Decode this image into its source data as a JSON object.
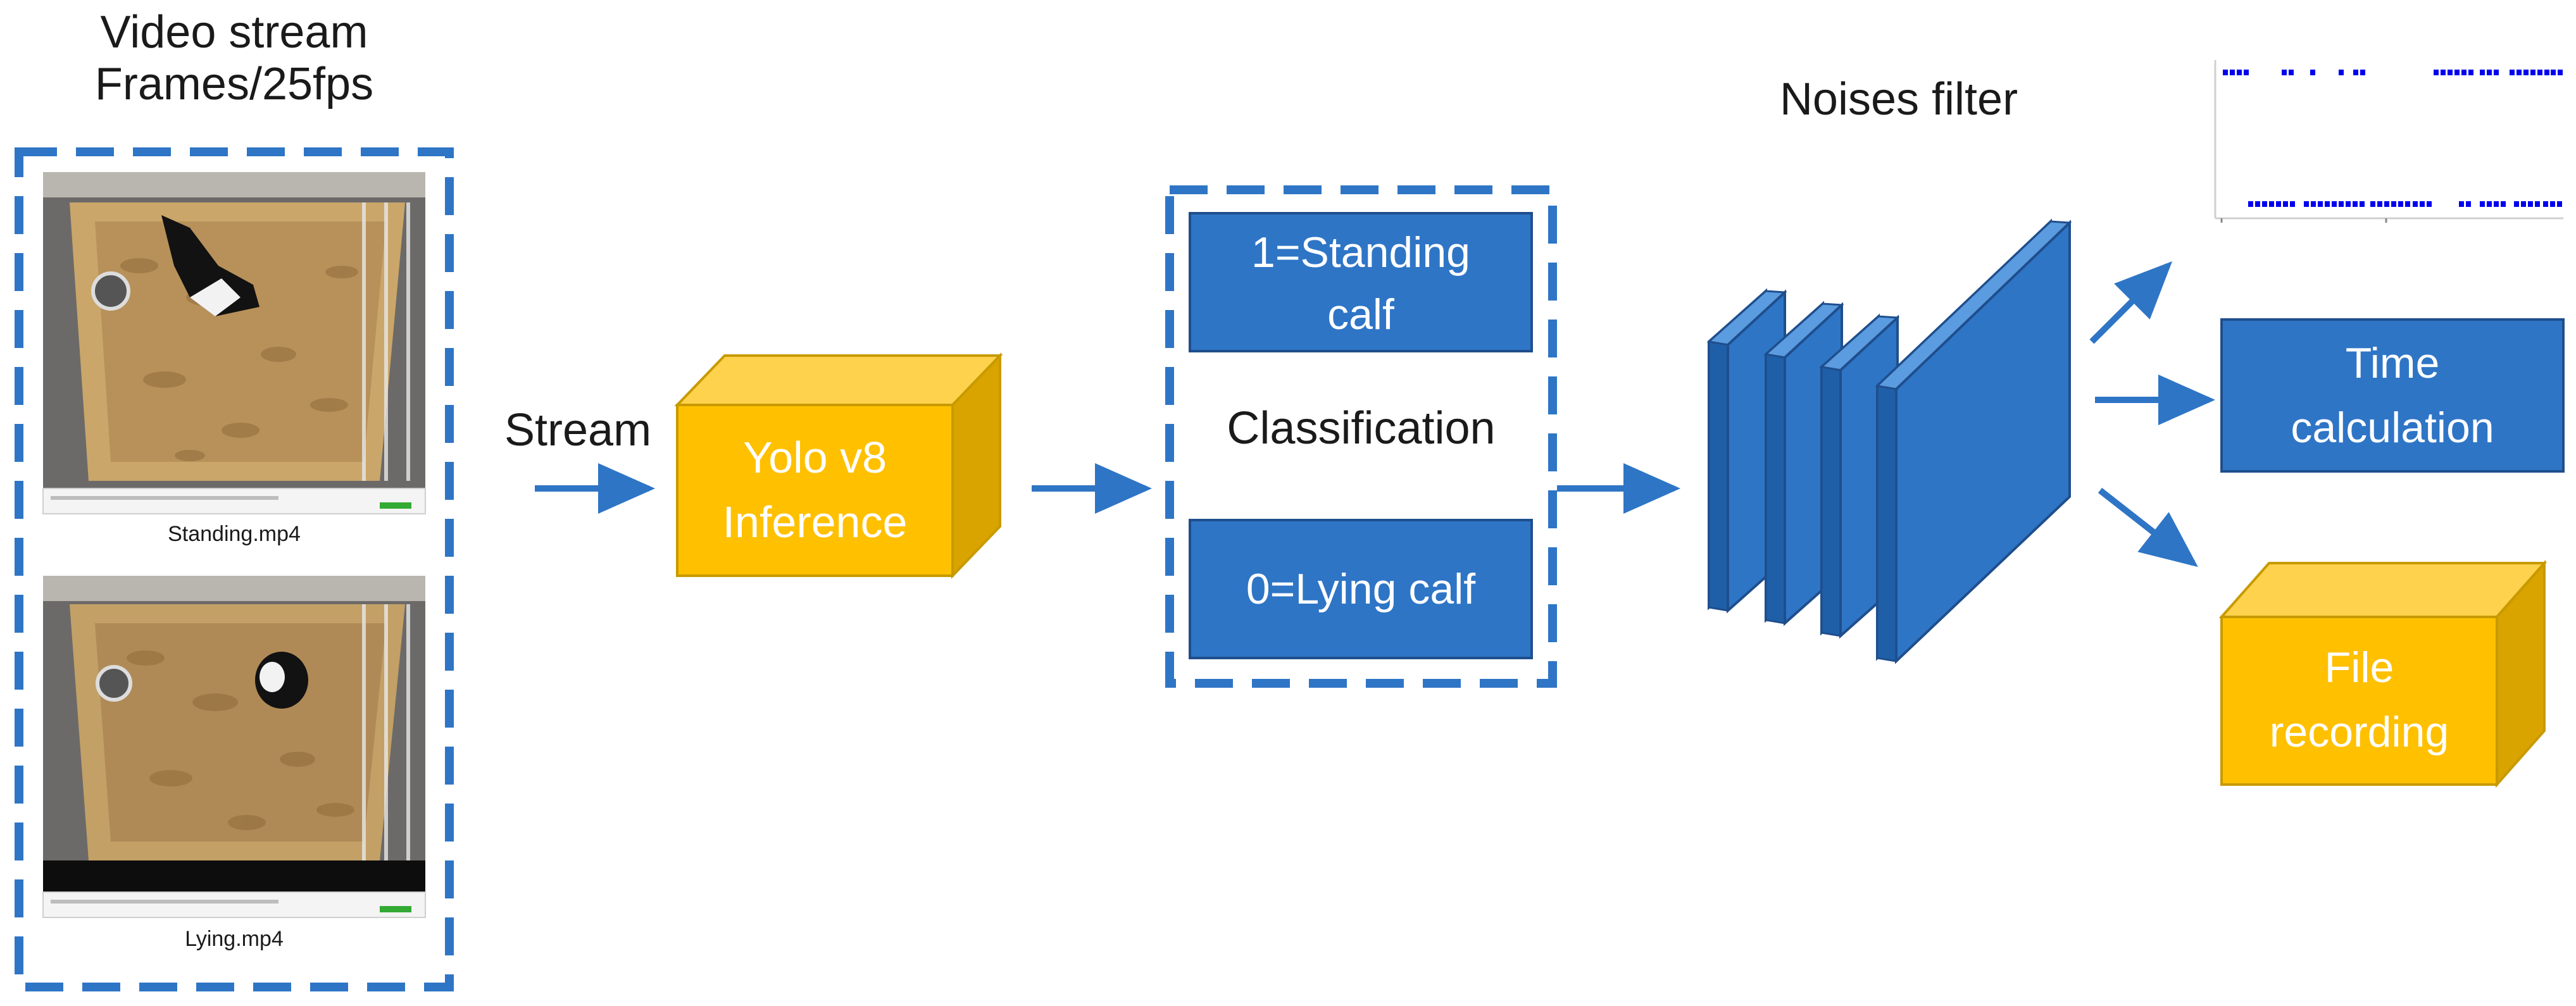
{
  "video": {
    "title_line1": "Video stream",
    "title_line2": "Frames/25fps",
    "clip1_label": "Standing.mp4",
    "clip2_label": "Lying.mp4"
  },
  "stream_label": "Stream",
  "inference": {
    "line1": "Yolo v8",
    "line2": "Inference"
  },
  "classification": {
    "label": "Classification",
    "standing_line1": "1=Standing",
    "standing_line2": "calf",
    "lying": "0=Lying calf"
  },
  "noise_filter": {
    "label": "Noises filter"
  },
  "time_calc": {
    "line1": "Time",
    "line2": "calculation"
  },
  "file_rec": {
    "line1": "File",
    "line2": "recording"
  },
  "colors": {
    "blue": "#2E75C6",
    "blue_dark": "#1F4E8C",
    "blue_box": "#2E75C6",
    "gold": "#FFC000",
    "gold_dark": "#C89A00",
    "plot_dots": "#0000EE",
    "text": "#1a1a1a"
  }
}
